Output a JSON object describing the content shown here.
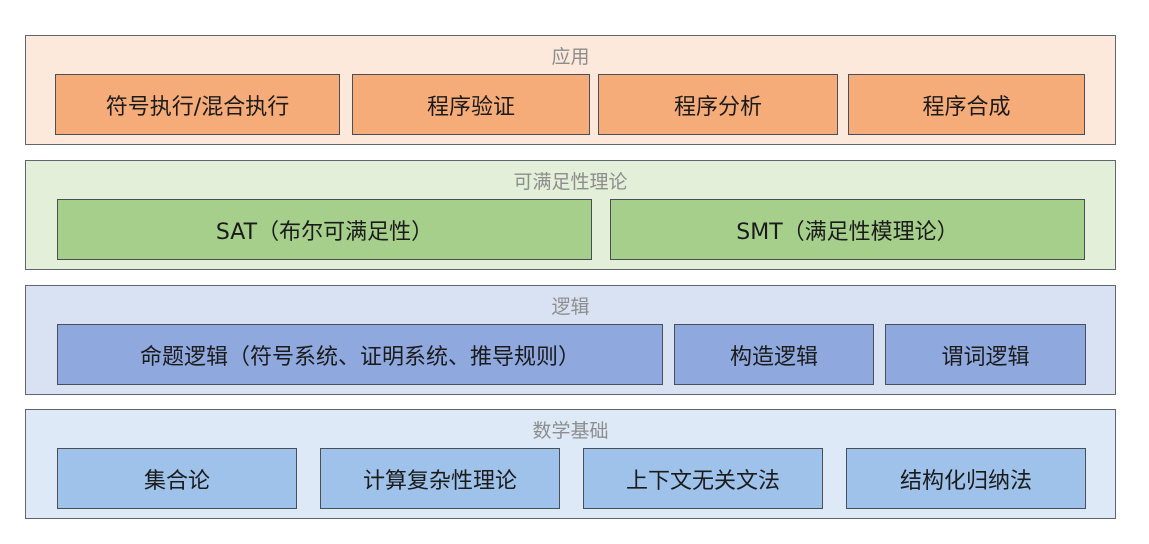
{
  "layers": [
    {
      "title": "应用",
      "items": [
        "符号执行/混合执行",
        "程序验证",
        "程序分析",
        "程序合成"
      ]
    },
    {
      "title": "可满足性理论",
      "items": [
        "SAT（布尔可满足性）",
        "SMT（满足性模理论）"
      ]
    },
    {
      "title": "逻辑",
      "items": [
        "命题逻辑（符号系统、证明系统、推导规则）",
        "构造逻辑",
        "谓词逻辑"
      ]
    },
    {
      "title": "数学基础",
      "items": [
        "集合论",
        "计算复杂性理论",
        "上下文无关文法",
        "结构化归纳法"
      ]
    }
  ]
}
